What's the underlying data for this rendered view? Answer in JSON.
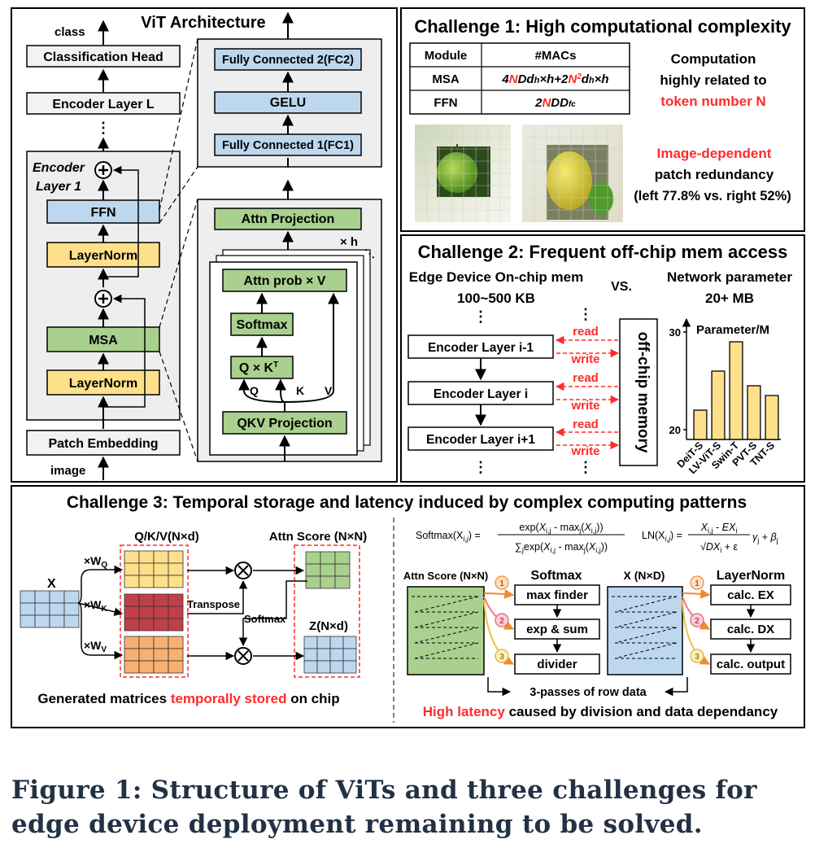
{
  "colors": {
    "green": "#a9d08e",
    "blue": "#bdd7ee",
    "orange": "#ffe08a",
    "red": "#ff2b2b",
    "panel": "#f2f2f2"
  },
  "vit": {
    "title": "ViT Architecture",
    "class": "class",
    "cls_head": "Classification Head",
    "enc_l": "Encoder Layer L",
    "dots": "⋮",
    "enc1": "Encoder",
    "enc1b": "Layer 1",
    "ffn": "FFN",
    "ln": "LayerNorm",
    "msa": "MSA",
    "ln2": "LayerNorm",
    "patch": "Patch Embedding",
    "image": "image",
    "fc2": "Fully Connected 2(FC2)",
    "gelu": "GELU",
    "fc1": "Fully Connected 1(FC1)",
    "attn_proj": "Attn Projection",
    "xh": "× h",
    "attn_prob": "Attn prob × V",
    "softmax": "Softmax",
    "qk": "Q × K",
    "qk_sup": "T",
    "q": "Q",
    "k": "K",
    "v": "V",
    "qkv": "QKV Projection"
  },
  "c1": {
    "title": "Challenge 1: High computational complexity",
    "table": {
      "h1": "Module",
      "h2": "#MACs",
      "r1": "MSA",
      "r2": "FFN"
    },
    "comp1": "Computation",
    "comp2": "highly related to",
    "comp3": "token number N",
    "red1": "Image-dependent",
    "l2": "patch redundancy",
    "l3": "(left 77.8% vs. right 52%)"
  },
  "c2": {
    "title": "Challenge 2: Frequent off-chip mem access",
    "edge1": "Edge Device On-chip mem",
    "edge2": "100~500 KB",
    "vs": "VS.",
    "net1": "Network parameter",
    "net2": "20+ MB",
    "l1": "Encoder Layer i-1",
    "l2": "Encoder Layer i",
    "l3": "Encoder Layer i+1",
    "read": "read",
    "write": "write",
    "offchip": "off-chip memory"
  },
  "chart_data": {
    "type": "bar",
    "title": "Parameter/M",
    "categories": [
      "DeiT-S",
      "LV-ViT-S",
      "Swin-T",
      "PVT-S",
      "TNT-S"
    ],
    "values": [
      22,
      26,
      29,
      24.5,
      23.5
    ],
    "ylim": [
      19,
      31
    ],
    "yticks": [
      20,
      30
    ]
  },
  "c3": {
    "title": "Challenge 3: Temporal storage and latency induced by complex computing patterns",
    "qkvlabel": "Q/K/V(N×d)",
    "attnscore": "Attn Score (N×N)",
    "x": "X",
    "wq": "×W",
    "wq_sub": "Q",
    "wk": "×W",
    "wk_sub": "K",
    "wv": "×W",
    "wv_sub": "V",
    "transpose": "Transpose",
    "softmax": "Softmax",
    "z": "Z(N×d)",
    "gen_a": "Generated matrices ",
    "gen_red": "temporally stored",
    "gen_b": " on chip",
    "f_softmax": "Softmax(X",
    "f_ln": "LN(X",
    "as_label": "Attn Score (N×N)",
    "sm_title": "Softmax",
    "maxf": "max finder",
    "exps": "exp & sum",
    "div": "divider",
    "xnd": "X (N×D)",
    "ln_title": "LayerNorm",
    "cex": "calc. EX",
    "cdx": "calc. DX",
    "cout": "calc. output",
    "passes": "3-passes of row data",
    "lat_red": "High latency",
    "lat_b": " caused by division and data dependancy"
  },
  "caption": "Figure 1: Structure of ViTs and three challenges for edge device deployment remaining to be solved."
}
